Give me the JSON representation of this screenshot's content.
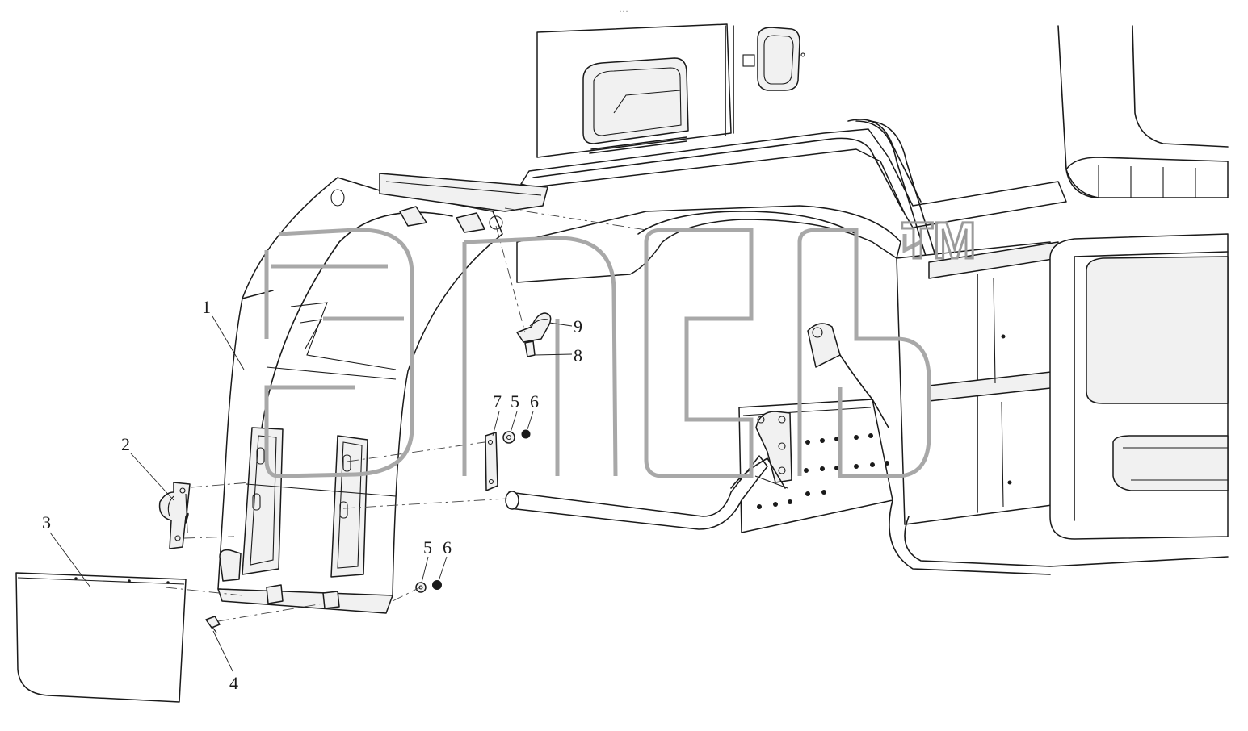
{
  "header": {
    "status_text": "…"
  },
  "watermark": {
    "trademark": "TM"
  },
  "callouts": [
    {
      "id": "1",
      "label": "1"
    },
    {
      "id": "2",
      "label": "2"
    },
    {
      "id": "3",
      "label": "3"
    },
    {
      "id": "4",
      "label": "4"
    },
    {
      "id": "5a",
      "label": "5"
    },
    {
      "id": "6a",
      "label": "6"
    },
    {
      "id": "5b",
      "label": "5"
    },
    {
      "id": "6b",
      "label": "6"
    },
    {
      "id": "7",
      "label": "7"
    },
    {
      "id": "8",
      "label": "8"
    },
    {
      "id": "9",
      "label": "9"
    }
  ],
  "colors": {
    "line": "#1a1a1a",
    "panel": "#f1f1f1",
    "watermark": "#a8a8a8",
    "background": "#ffffff"
  }
}
